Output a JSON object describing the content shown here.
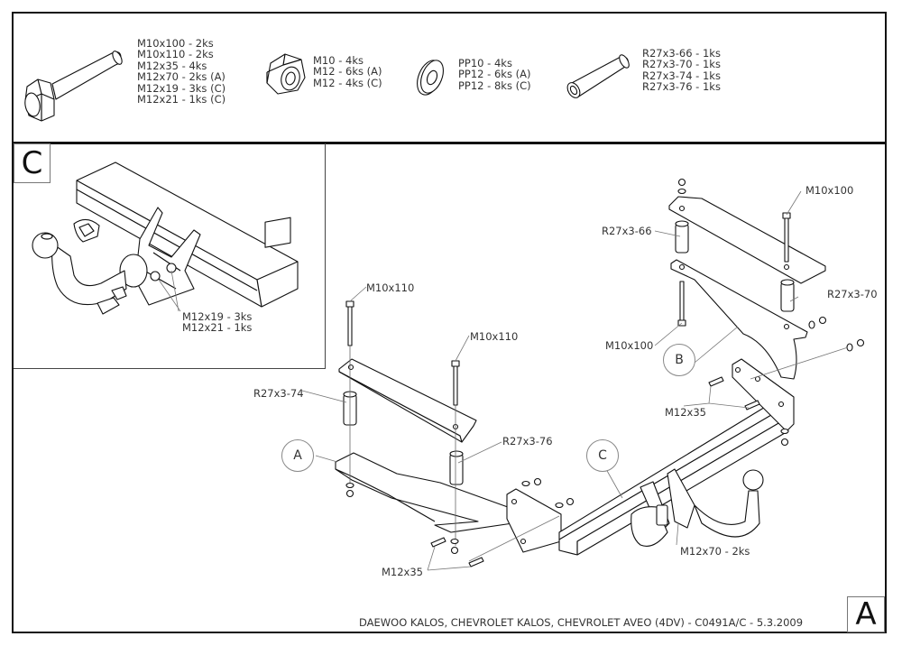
{
  "parts_list": {
    "bolts": {
      "icon": "hex-bolt-icon",
      "items": [
        "M10x100 - 2ks",
        "M10x110 - 2ks",
        "M12x35 - 4ks",
        "M12x70 - 2ks (A)",
        "M12x19 - 3ks (C)",
        "M12x21 - 1ks (C)"
      ]
    },
    "nuts": {
      "icon": "hex-nut-icon",
      "items": [
        "M10 - 4ks",
        "M12 - 6ks (A)",
        "M12 - 4ks (C)"
      ]
    },
    "washers": {
      "icon": "washer-icon",
      "items": [
        "PP10 - 4ks",
        "PP12 - 6ks (A)",
        "PP12 - 8ks (C)"
      ]
    },
    "tubes": {
      "icon": "tube-spacer-icon",
      "items": [
        "R27x3-66 - 1ks",
        "R27x3-70 - 1ks",
        "R27x3-74 - 1ks",
        "R27x3-76 - 1ks"
      ]
    }
  },
  "detail_view": {
    "letter": "C",
    "labels": [
      "M12x19 - 3ks",
      "M12x21 - 1ks"
    ]
  },
  "main_view": {
    "callouts": {
      "m10x110_a": "M10x110",
      "m10x110_b": "M10x110",
      "r27_74": "R27x3-74",
      "r27_76": "R27x3-76",
      "r27_66": "R27x3-66",
      "r27_70": "R27x3-70",
      "m10x100_a": "M10x100",
      "m10x100_b": "M10x100",
      "m12x35_a": "M12x35",
      "m12x35_b": "M12x35",
      "m12x70": "M12x70 - 2ks"
    },
    "circles": {
      "a": "A",
      "b": "B",
      "c": "C"
    }
  },
  "title_block": {
    "text": "DAEWOO KALOS, CHEVROLET KALOS, CHEVROLET AVEO (4DV)   - C0491A/C - 5.3.2009",
    "sheet_letter": "A"
  }
}
